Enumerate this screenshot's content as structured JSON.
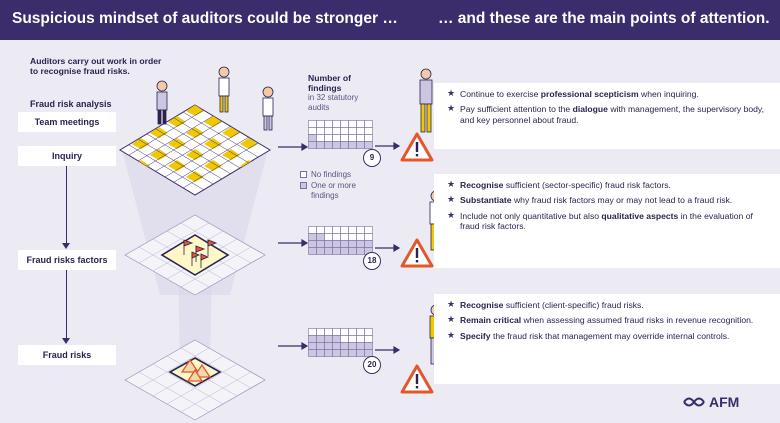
{
  "header": {
    "left": "Suspicious mindset of auditors could be stronger …",
    "right": "… and these are the main points of attention."
  },
  "intro": "Auditors carry out work in order to recognise fraud risks.",
  "fra_title": "Fraud risk analysis",
  "steps": [
    "Team meetings",
    "Inquiry",
    "Fraud risks factors",
    "Fraud risks"
  ],
  "findings": {
    "title_line1": "Number of",
    "title_line2": "findings",
    "sub_line1": "in 32 statutory",
    "sub_line2": "audits",
    "counts": [
      9,
      18,
      20
    ],
    "total": 32
  },
  "legend": {
    "no_findings": "No findings",
    "one_or_more_line1": "One or more",
    "one_or_more_line2": "findings"
  },
  "colors": {
    "purple": "#3b2c6b",
    "yellow": "#f0c800",
    "filled": "#cdc6e0",
    "background": "#ecebf3",
    "flag": "#e2572b"
  },
  "cards": [
    {
      "items": [
        {
          "pre": "Continue to exercise ",
          "bold": "professional scepticism",
          "post": " when inquiring."
        },
        {
          "pre": "Pay sufficient attention to the ",
          "bold": "dialogue",
          "post": " with management, the supervisory body, and key personnel about fraud."
        }
      ]
    },
    {
      "items": [
        {
          "pre": "",
          "bold": "Recognise",
          "post": " sufficient (sector-specific) fraud risk factors."
        },
        {
          "pre": "",
          "bold": "Substantiate",
          "post": " why fraud risk factors may or may not lead to a fraud risk."
        },
        {
          "pre": "Include not only quantitative but also ",
          "bold": "qualitative aspects",
          "post": " in the evaluation of fraud risk factors."
        }
      ]
    },
    {
      "items": [
        {
          "pre": "",
          "bold": "Recognise",
          "post": " sufficient (client-specific) fraud risks."
        },
        {
          "pre": "",
          "bold": "Remain critical",
          "post": " when assessing assumed fraud risks in revenue recognition."
        },
        {
          "pre": "",
          "bold": "Specify",
          "post": " the fraud risk that management may override internal controls."
        }
      ]
    }
  ],
  "logo": "AFM"
}
